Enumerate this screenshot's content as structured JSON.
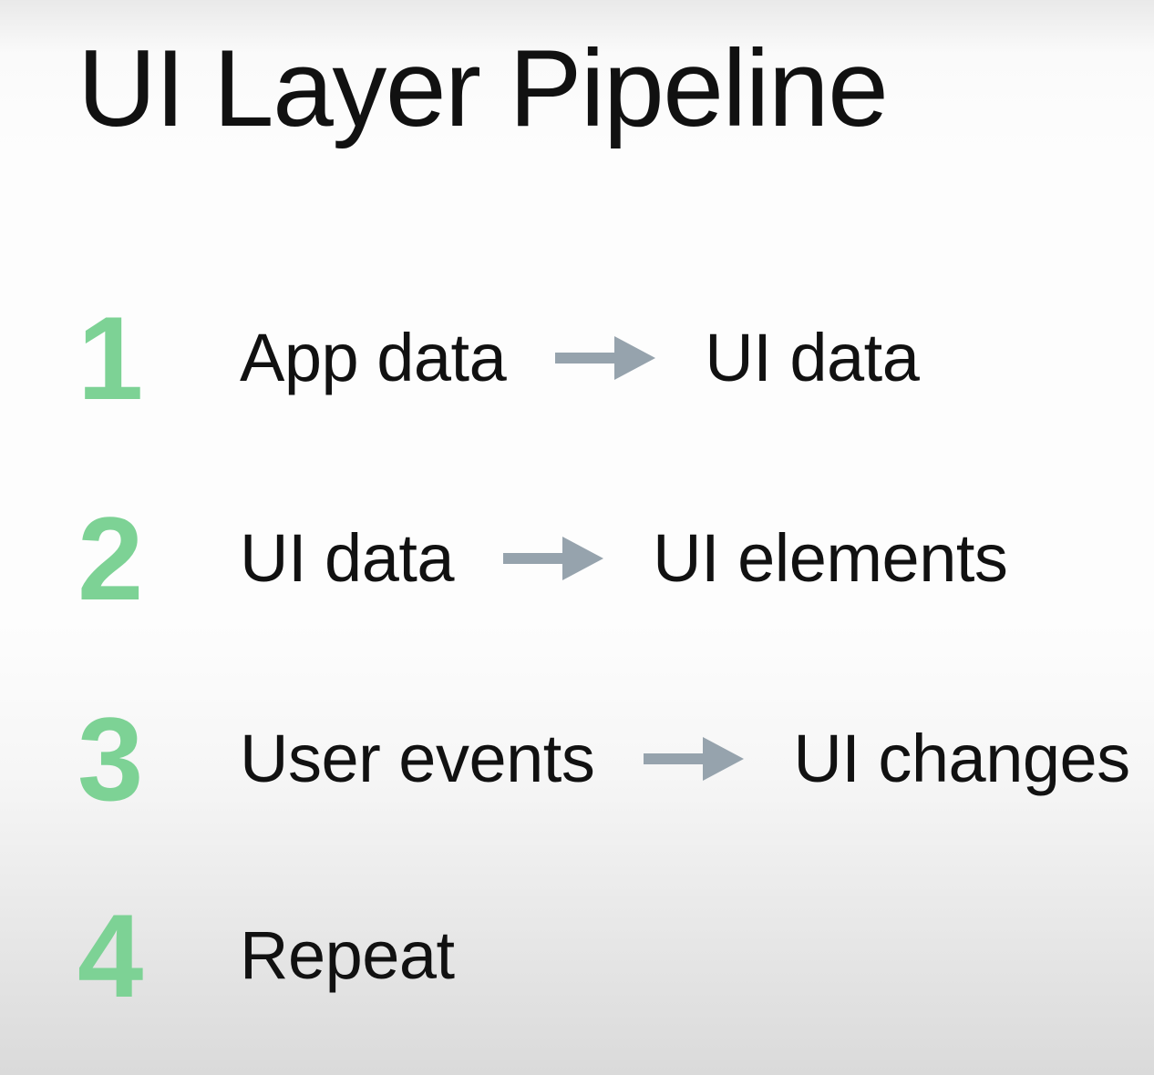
{
  "title": "UI Layer Pipeline",
  "colors": {
    "number_green": "#7DD295",
    "arrow_gray": "#96A3AD",
    "text_black": "#111111",
    "bg_top": "#E9E9E9",
    "bg_mid": "#FDFDFD",
    "bg_bottom": "#DADADA"
  },
  "steps": [
    {
      "number": "1",
      "from": "App data",
      "to": "UI data"
    },
    {
      "number": "2",
      "from": "UI data",
      "to": "UI elements"
    },
    {
      "number": "3",
      "from": "User events",
      "to": "UI changes"
    },
    {
      "number": "4",
      "from": "Repeat",
      "to": ""
    }
  ]
}
